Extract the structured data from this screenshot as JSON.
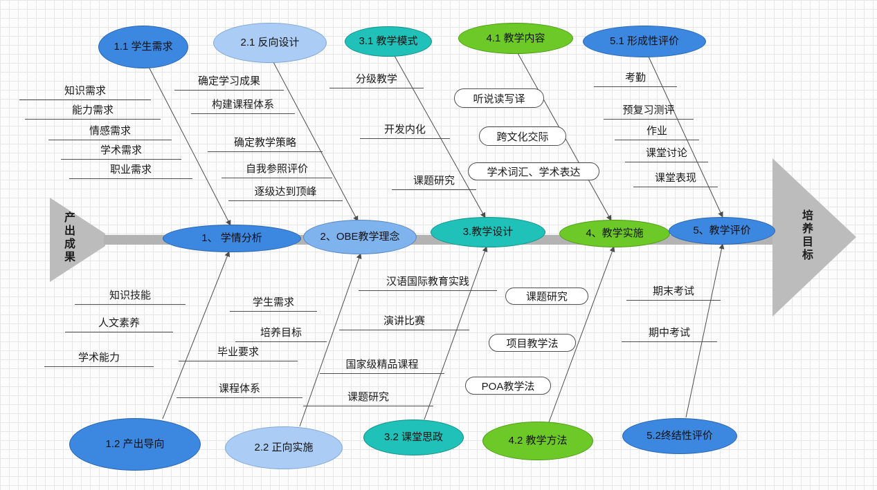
{
  "tail": {
    "label": "产出成果"
  },
  "head": {
    "label": "培养目标"
  },
  "main_nodes": [
    {
      "label": "1、 学情分析"
    },
    {
      "label": "2、OBE教学理念"
    },
    {
      "label": "3.教学设计"
    },
    {
      "label": "4、教学实施"
    },
    {
      "label": "5、教学评价"
    }
  ],
  "top_nodes": [
    {
      "label": "1.1 学生需求",
      "items": [
        "知识需求",
        "能力需求",
        "情感需求",
        "学术需求",
        "职业需求"
      ]
    },
    {
      "label": "2.1 反向设计",
      "items": [
        "确定学习成果",
        "构建课程体系",
        "确定教学策略",
        "自我参照评价",
        "逐级达到顶峰"
      ]
    },
    {
      "label": "3.1 教学模式",
      "items": [
        "分级教学",
        "开发内化",
        "课题研究"
      ]
    },
    {
      "label": "4.1 教学内容",
      "items": [
        "听说读写译",
        "跨文化交际",
        "学术词汇、学术表达"
      ]
    },
    {
      "label": "5.1 形成性评价",
      "items": [
        "考勤",
        "预复习测评",
        "作业",
        "课堂讨论",
        "课堂表现"
      ]
    }
  ],
  "bottom_nodes": [
    {
      "label": "1.2 产出导向",
      "items": [
        "知识技能",
        "人文素养",
        "学术能力"
      ]
    },
    {
      "label": "2.2 正向实施",
      "items": [
        "学生需求",
        "培养目标",
        "毕业要求",
        "课程体系"
      ]
    },
    {
      "label": "3.2 课堂思政",
      "items": [
        "汉语国际教育实践",
        "演讲比赛",
        "国家级精品课程",
        "课题研究"
      ]
    },
    {
      "label": "4.2 教学方法",
      "items": [
        "课题研究",
        "项目教学法",
        "POA教学法"
      ]
    },
    {
      "label": "5.2终结性评价",
      "items": [
        "期末考试",
        "期中考试"
      ]
    }
  ],
  "colors": {
    "primary_blue": "#3c87e0",
    "light_blue": "#abcdf5",
    "medium_blue": "#7fb3ed",
    "teal": "#1fc1b8",
    "green": "#6cc927",
    "spine_gray": "#b3b3b3",
    "connector_gray": "#4d4d4d"
  }
}
